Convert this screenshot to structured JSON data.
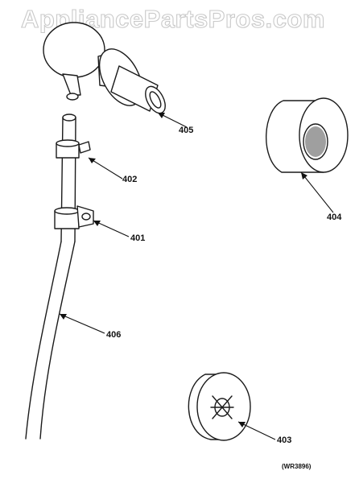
{
  "watermark": "AppliancePartsPros.com",
  "drawing_code": "(WR3896)",
  "callouts": {
    "p405": "405",
    "p404": "404",
    "p402": "402",
    "p401": "401",
    "p406": "406",
    "p403": "403"
  },
  "colors": {
    "ink": "#1a1a1a",
    "watermark_outline": "#c9c9c9",
    "background": "#ffffff"
  }
}
